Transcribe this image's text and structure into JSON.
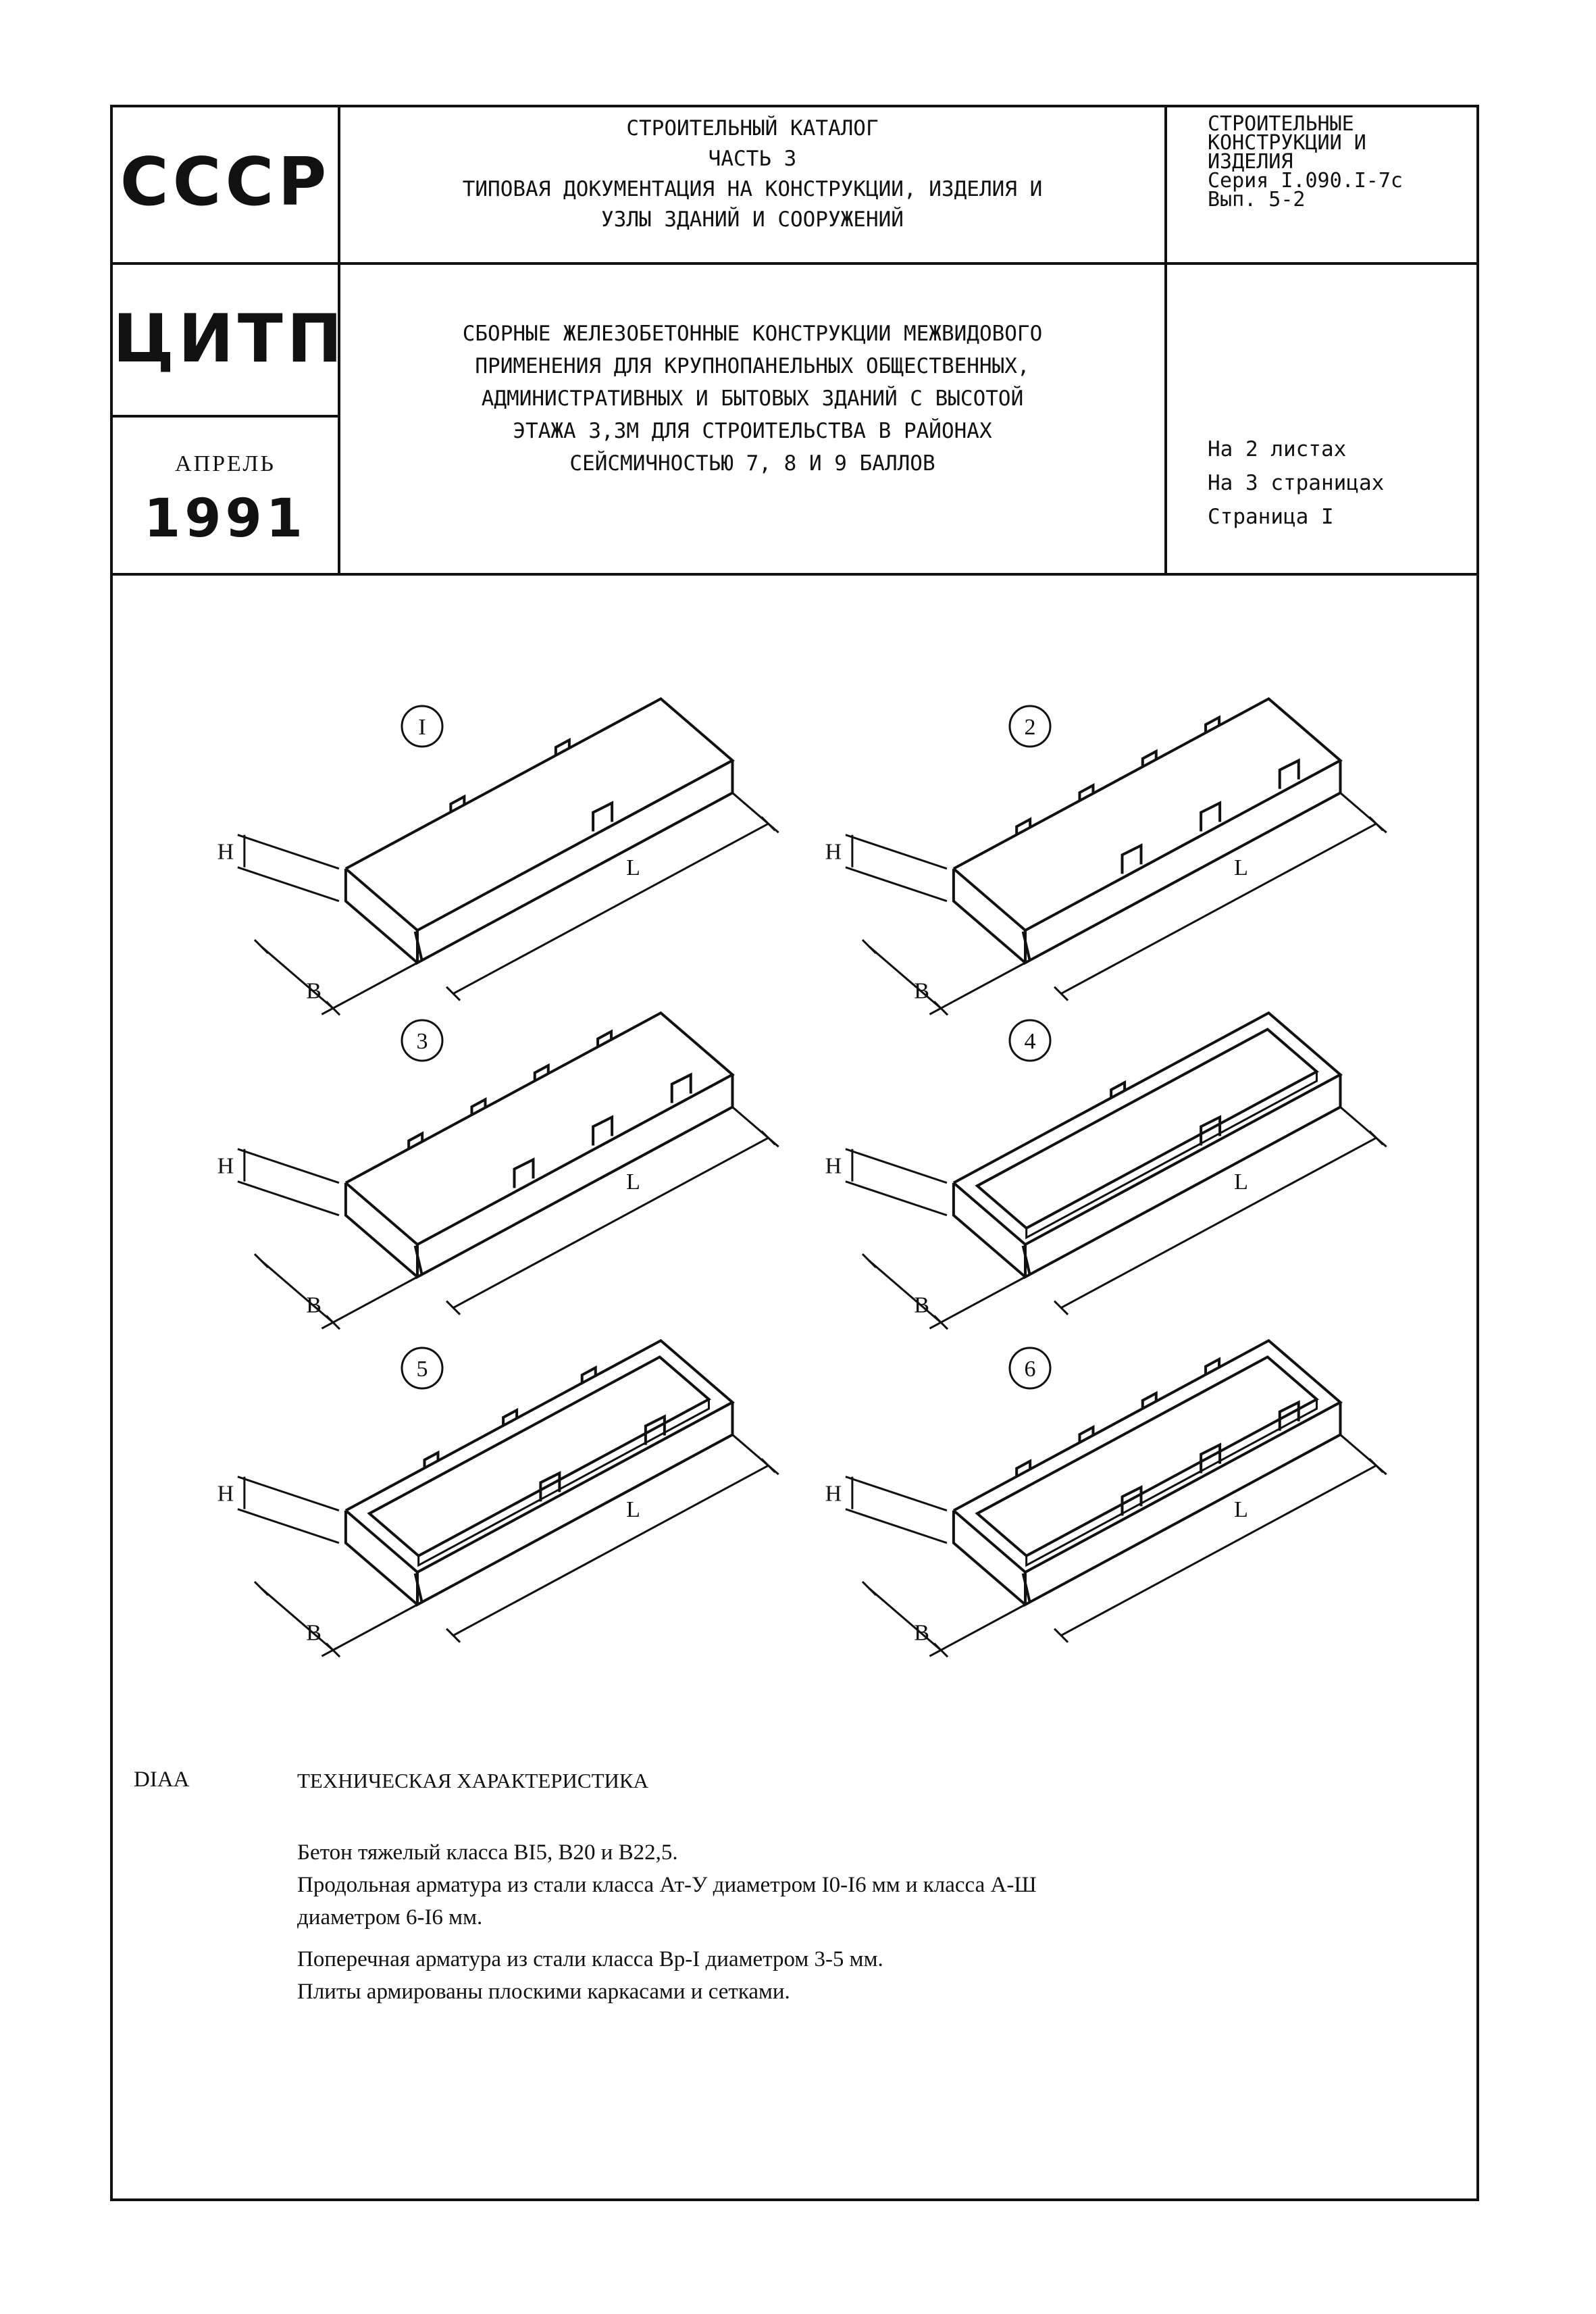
{
  "header": {
    "org_code": "СССР",
    "institute": "ЦИТП",
    "month": "АПРЕЛЬ",
    "year": "1991",
    "catalog_lines": [
      "СТРОИТЕЛЬНЫЙ КАТАЛОГ",
      "ЧАСТЬ 3",
      "ТИПОВАЯ ДОКУМЕНТАЦИЯ НА КОНСТРУКЦИИ, ИЗДЕЛИЯ И",
      "УЗЛЫ ЗДАНИЙ И СООРУЖЕНИЙ"
    ],
    "title_lines": [
      "СБОРНЫЕ ЖЕЛЕЗОБЕТОННЫЕ КОНСТРУКЦИИ МЕЖВИДОВОГО",
      "ПРИМЕНЕНИЯ ДЛЯ КРУПНОПАНЕЛЬНЫХ ОБЩЕСТВЕННЫХ,",
      "АДМИНИСТРАТИВНЫХ И БЫТОВЫХ ЗДАНИЙ С ВЫСОТОЙ",
      "ЭТАЖА 3,3М ДЛЯ СТРОИТЕЛЬСТВА В РАЙОНАХ",
      "СЕЙСМИЧНОСТЬЮ 7, 8 И 9 БАЛЛОВ"
    ],
    "section_lines": [
      "СТРОИТЕЛЬНЫЕ",
      "КОНСТРУКЦИИ И",
      "ИЗДЕЛИЯ",
      "Серия I.090.I-7с",
      "Вып. 5-2"
    ],
    "sheet_lines": [
      "На 2 листах",
      "На 3 страницах",
      "Страница I"
    ]
  },
  "figures": {
    "items": [
      {
        "number": "I"
      },
      {
        "number": "2"
      },
      {
        "number": "3"
      },
      {
        "number": "4"
      },
      {
        "number": "5"
      },
      {
        "number": "6"
      }
    ],
    "dim_h": "H",
    "dim_b": "B",
    "dim_l": "L"
  },
  "specs": {
    "code": "DIAA",
    "heading": "ТЕХНИЧЕСКАЯ ХАРАКТЕРИСТИКА",
    "lines": [
      "Бетон тяжелый класса BI5, B20 и B22,5.",
      "Продольная арматура из стали класса Ат-У диаметром I0-I6 мм и класса А-Ш",
      "диаметром 6-I6 мм.",
      "Поперечная арматура из стали класса Вр-I диаметром 3-5 мм.",
      "Плиты армированы плоскими каркасами и сетками."
    ]
  }
}
